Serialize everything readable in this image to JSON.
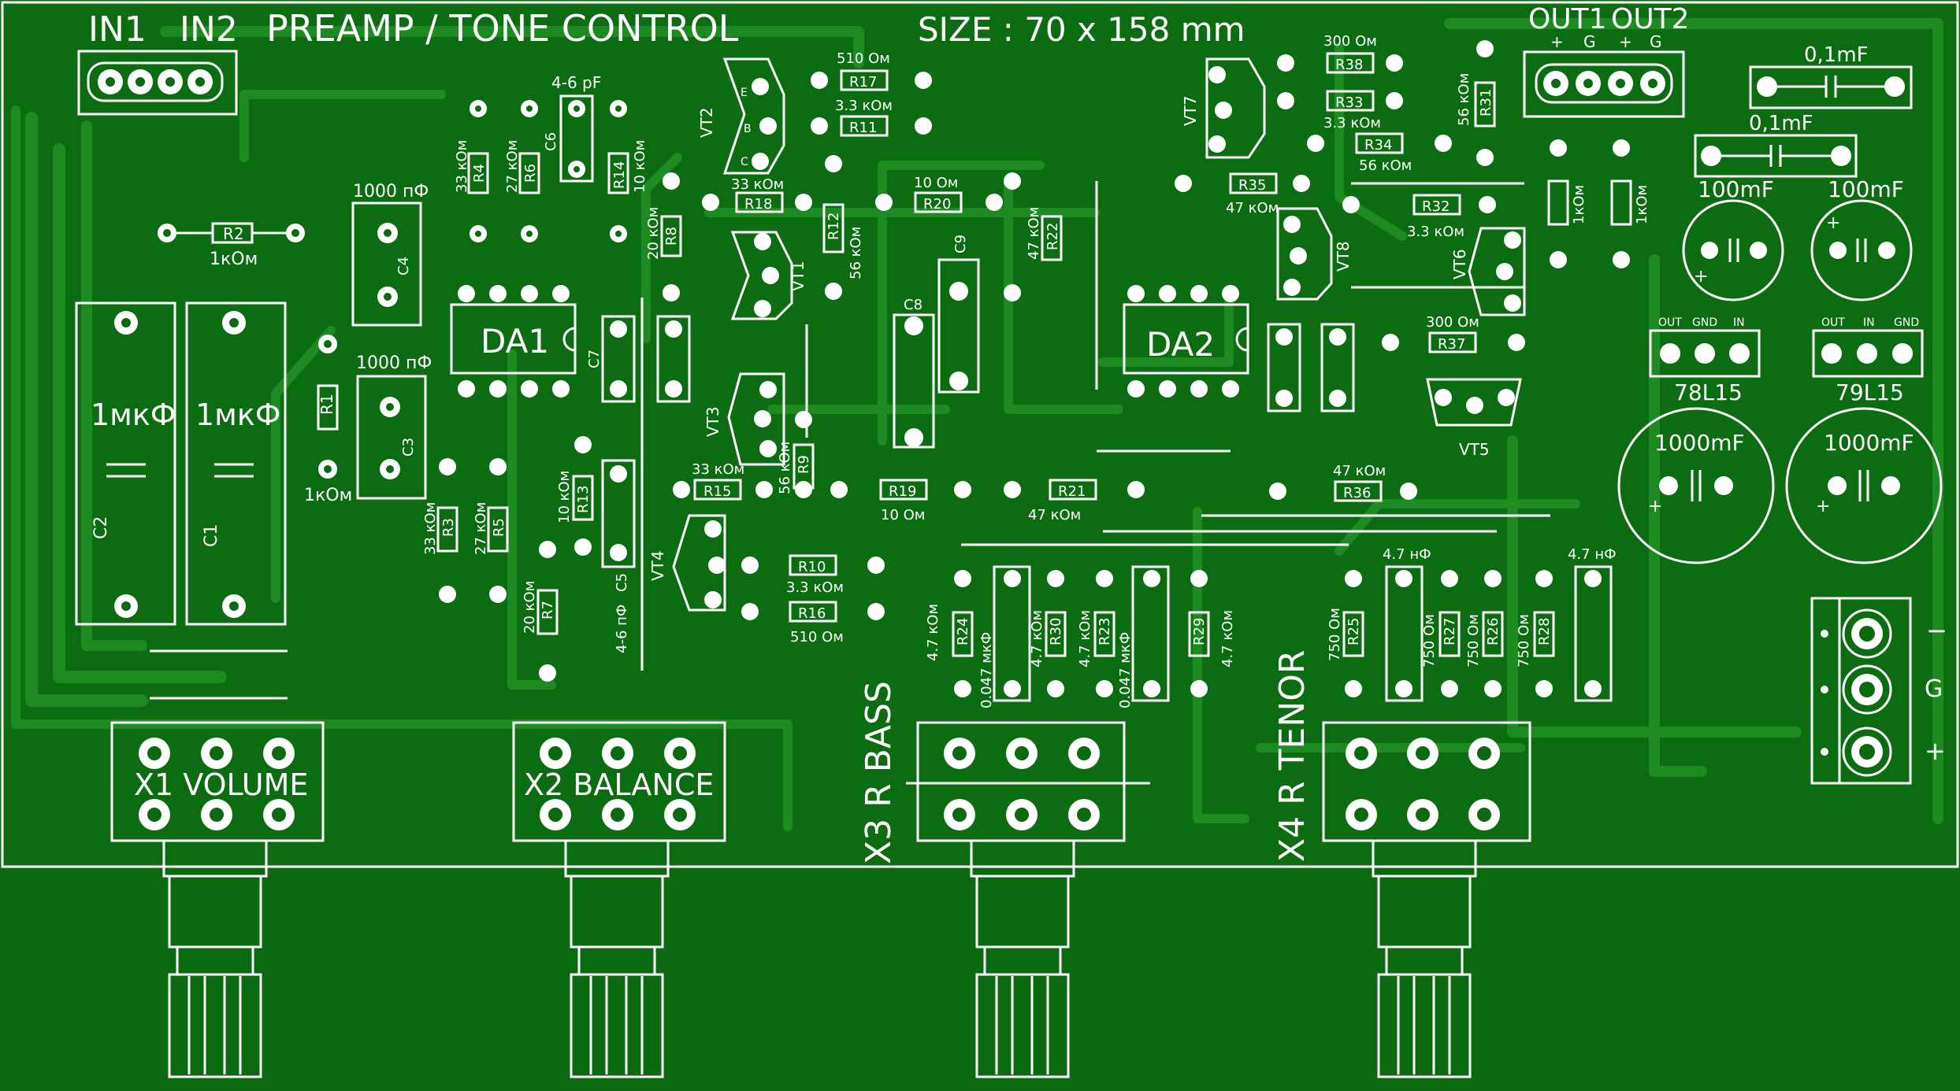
{
  "board": {
    "title": "PREAMP / TONE CONTROL",
    "size_label": "SIZE :  70 x 158 mm",
    "colors": {
      "copper": "#0c6c12",
      "trace": "#1d8a22",
      "silkscreen": "#ffffff",
      "outline_bg": "#0a5e0f"
    }
  },
  "connectors": {
    "in1": "IN1",
    "in2": "IN2",
    "out1": "OUT1",
    "out2": "OUT2",
    "out_pins": [
      "+",
      "G",
      "+",
      "G"
    ],
    "power_pins": [
      "−",
      "G",
      "+"
    ]
  },
  "ics": {
    "da1": "DA1",
    "da2": "DA2"
  },
  "regulators": [
    {
      "label": "78L15",
      "pins": [
        "OUT",
        "GND",
        "IN"
      ]
    },
    {
      "label": "79L15",
      "pins": [
        "OUT",
        "IN",
        "GND"
      ]
    }
  ],
  "capacitors": {
    "c1": "C1",
    "c2": "C2",
    "c1_value": "1мкФ",
    "c2_value": "1мкФ",
    "c3": "C3",
    "c3_value": "1000 пФ",
    "c4": "C4",
    "c4_value": "1000 пФ",
    "c5": "C5",
    "c5_value": "4-6 пФ",
    "c6": "C6",
    "c6_value": "4-6 pF",
    "c7": "C7",
    "c8": "C8",
    "c9": "C9",
    "c_047_a": "0.047 мкФ",
    "c_047_b": "0.047 мкФ",
    "c_47_a": "4.7 нФ",
    "c_47_b": "4.7 нФ",
    "c_01_a": "0,1mF",
    "c_01_b": "0,1mF",
    "c_100_a": "100mF",
    "c_100_b": "100mF",
    "c_1000_a": "1000mF",
    "c_1000_b": "1000mF"
  },
  "resistors": {
    "R1": "1кОм",
    "R2": "1кОм",
    "R3": "33 кОм",
    "R4": "33 кОм",
    "R5": "27 кОм",
    "R6": "27 кОм",
    "R7": "20 кОм",
    "R8": "20 кОм",
    "R9": "56 кОм",
    "R10": "3.3 кОм",
    "R11": "3.3 кОм",
    "R12": "56 кОм",
    "R13": "10 кОм",
    "R14": "10 кОм",
    "R15": "33 кОм",
    "R16": "510 Ом",
    "R17": "510 Ом",
    "R18": "33 кОм",
    "R19": "10 Ом",
    "R20": "10 Ом",
    "R21": "47 кОм",
    "R22": "47 кОм",
    "R23": "4.7 кОм",
    "R24": "4.7 кОм",
    "R25": "750 Ом",
    "R26": "750 Ом",
    "R27": "750 Ом",
    "R28": "750 Ом",
    "R29": "4.7 кОм",
    "R30": "4.7 кОм",
    "R31": "56 кОм",
    "R32": "3.3 кОм",
    "R33": "3.3 кОм",
    "R34": "56 кОм",
    "R35": "47 кОм",
    "R36": "47 кОм",
    "R37": "300 Ом",
    "R38": "300 Ом",
    "R_reg_a": "1кОм",
    "R_reg_b": "1кОм"
  },
  "transistors": [
    "VT1",
    "VT2",
    "VT3",
    "VT4",
    "VT5",
    "VT6",
    "VT7",
    "VT8"
  ],
  "transistor_pins": [
    "E",
    "B",
    "C"
  ],
  "pots": {
    "x1": "X1 VOLUME",
    "x2": "X2 BALANCE",
    "x3": "X3 R BASS",
    "x4": "X4 R TENOR"
  }
}
